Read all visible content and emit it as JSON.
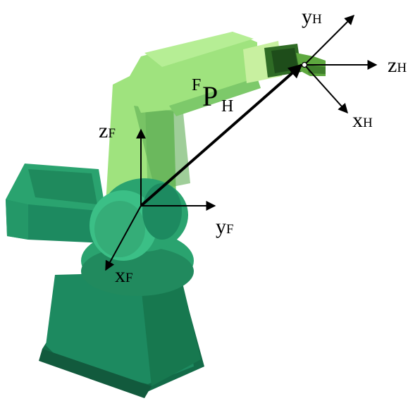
{
  "labels": {
    "zF_main": "z",
    "zF_sub": "F",
    "yF_main": "y",
    "yF_sub": "F",
    "xF_main": "x",
    "xF_sub": "F",
    "yH_main": "y",
    "yH_sub": "H",
    "zH_main": "z",
    "zH_sub": "H",
    "xH_main": "x",
    "xH_sub": "H",
    "vector_sup": "F",
    "vector_main": "P",
    "vector_sub": "H"
  },
  "colors": {
    "light_green": "#9fe37e",
    "mid_green": "#7dc96a",
    "dark_green": "#2aa36f",
    "base_green": "#1d8a60",
    "base_dark": "#136b48",
    "gripper_dark": "#1e4d1a",
    "arrow": "#000000"
  }
}
